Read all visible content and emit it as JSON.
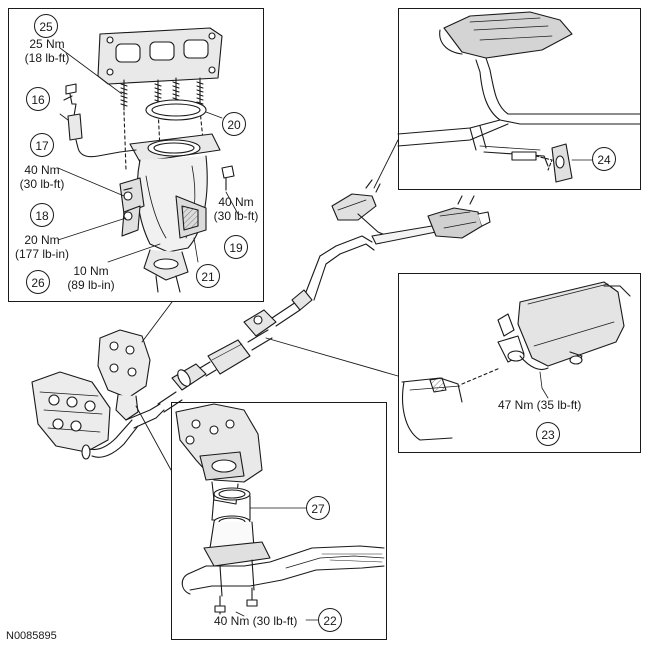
{
  "figure_id": "N0085895",
  "callouts": [
    {
      "id": "16"
    },
    {
      "id": "17",
      "torque_nm": "40 Nm",
      "torque_imperial": "(30 lb-ft)"
    },
    {
      "id": "18",
      "torque_nm": "20 Nm",
      "torque_imperial": "(177 lb-in)"
    },
    {
      "id": "19",
      "torque_nm": "40 Nm",
      "torque_imperial": "(30 lb-ft)"
    },
    {
      "id": "20"
    },
    {
      "id": "21"
    },
    {
      "id": "22",
      "torque": "40 Nm (30 lb-ft)"
    },
    {
      "id": "23",
      "torque": "47 Nm (35 lb-ft)"
    },
    {
      "id": "24"
    },
    {
      "id": "25",
      "torque_nm": "25 Nm",
      "torque_imperial": "(18 lb-ft)"
    },
    {
      "id": "26",
      "torque_nm": "10 Nm",
      "torque_imperial": "(89 lb-in)"
    },
    {
      "id": "27"
    }
  ],
  "colors": {
    "line": "#1a1a1a",
    "part_fill": "#f2f2f2",
    "shade": "#bdbdbd",
    "background": "#ffffff"
  }
}
